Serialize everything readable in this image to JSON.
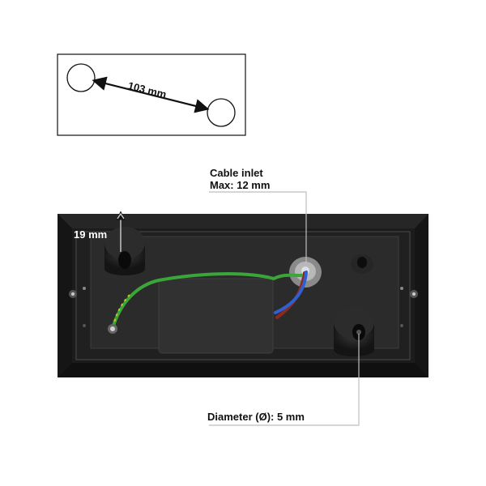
{
  "spacing_diagram": {
    "distance_label": "103 mm"
  },
  "callouts": {
    "depth_label": "19 mm",
    "cable_inlet_title": "Cable inlet",
    "cable_inlet_max": "Max: 12 mm",
    "diameter_label": "Diameter (Ø): 5 mm"
  },
  "colors": {
    "housing": "#1e1e1e",
    "housing_inner": "#2b2b2b",
    "wire_green": "#3aa63a",
    "wire_yellow": "#d8c21a",
    "wire_blue": "#2f5fd0",
    "wire_brown": "#8b2a1f",
    "leader_line": "#bdbdbd"
  }
}
